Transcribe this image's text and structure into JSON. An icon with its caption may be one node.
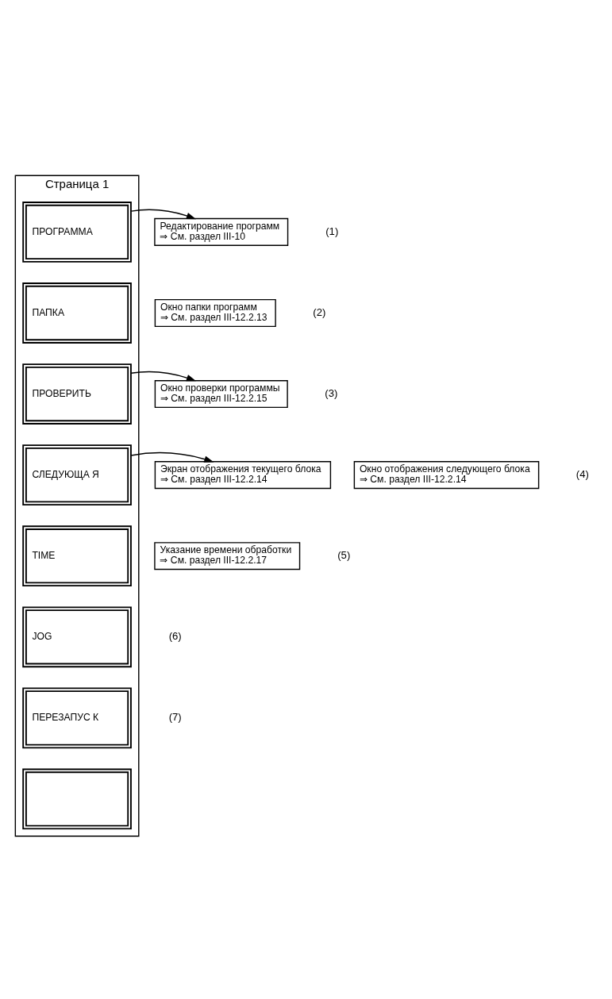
{
  "diagram": {
    "nodes": [
      {
        "text": [
          "Страница 1"
        ]
      },
      {
        "text": [
          "ПРОГРАММА"
        ],
        "in": 0
      },
      {
        "text": [
          "ПАПКА"
        ],
        "in": 0
      },
      {
        "text": [
          "ПРОВЕРИТЬ"
        ],
        "in": 0
      },
      {
        "text": [
          "СЛЕДУЮЩА Я"
        ],
        "in": 0
      },
      {
        "text": [
          "TIME"
        ],
        "in": 0
      },
      {
        "text": [
          "JOG"
        ],
        "in": 0
      },
      {
        "text": [
          "ПЕРЕЗАПУС К"
        ],
        "in": 0
      },
      {
        "text": [],
        "shape": "box",
        "in": 0
      },
      {
        "text": [
          "Редактирование программ",
          "⇒ См. раздел III-10"
        ]
      },
      {
        "text": [
          "Окно папки программ",
          "⇒ См. раздел III-12.2.13"
        ]
      },
      {
        "text": [
          "Окно проверки программы",
          "⇒ См. раздел III-12.2.15"
        ]
      },
      {
        "text": [
          "Экран отображения текущего блока",
          "⇒ См. раздел III-12.2.14"
        ]
      },
      {
        "text": [
          "Окно отображения следующего блока",
          "⇒ См. раздел III-12.2.14"
        ]
      },
      {
        "text": [
          "Указание времени обработки",
          "⇒ См. раздел III-12.2.17"
        ]
      }
    ],
    "edges": [
      {
        "from": 1,
        "to": 9,
        "arrow": "to"
      },
      {
        "from": 3,
        "to": 11,
        "arrow": "to"
      },
      {
        "from": 4,
        "to": 12,
        "arrow": "to"
      }
    ],
    "labels": [
      "(1)",
      "(2)",
      "(3)",
      "(4)",
      "(5)",
      "(6)",
      "(7)"
    ]
  }
}
